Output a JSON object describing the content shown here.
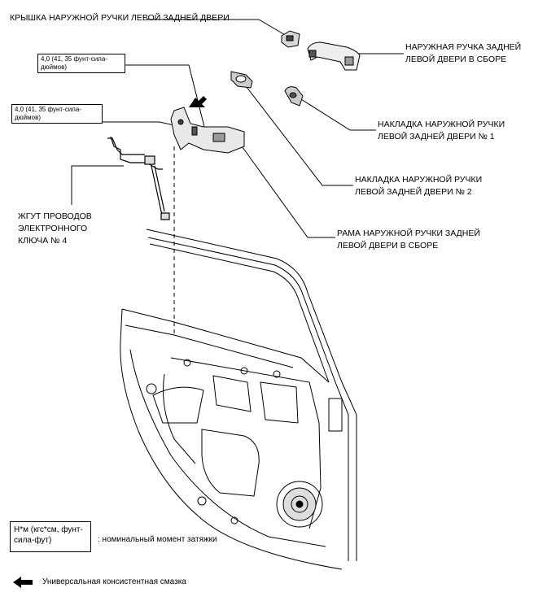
{
  "labels": {
    "cover": "КРЫШКА НАРУЖНОЙ РУЧКИ ЛЕВОЙ ЗАДНЕЙ ДВЕРИ",
    "handle_line1": "НАРУЖНАЯ РУЧКА ЗАДНЕЙ",
    "handle_line2": "ЛЕВОЙ ДВЕРИ В СБОРЕ",
    "pad1_line1": "НАКЛАДКА НАРУЖНОЙ РУЧКИ",
    "pad1_line2": "ЛЕВОЙ ЗАДНЕЙ ДВЕРИ № 1",
    "pad2_line1": "НАКЛАДКА НАРУЖНОЙ РУЧКИ",
    "pad2_line2": "ЛЕВОЙ ЗАДНЕЙ ДВЕРИ № 2",
    "frame_line1": "РАМА НАРУЖНОЙ РУЧКИ ЗАДНЕЙ",
    "frame_line2": "ЛЕВОЙ ДВЕРИ В СБОРЕ",
    "harness_line1": "ЖГУТ ПРОВОДОВ",
    "harness_line2": "ЭЛЕКТРОННОГО",
    "harness_line3": "КЛЮЧА № 4"
  },
  "torque": [
    {
      "line1": "4,0 (41, 35 фунт-сила-",
      "line2": "дюймов)"
    },
    {
      "line1": "4,0 (41, 35 фунт-сила-",
      "line2": "дюймов)"
    }
  ],
  "legend": {
    "box_text": "Н*м (кгс*см, фунт-сила-фут)",
    "box_desc": ": номинальный момент затяжки",
    "grease": "Универсальная консистентная смазка"
  }
}
